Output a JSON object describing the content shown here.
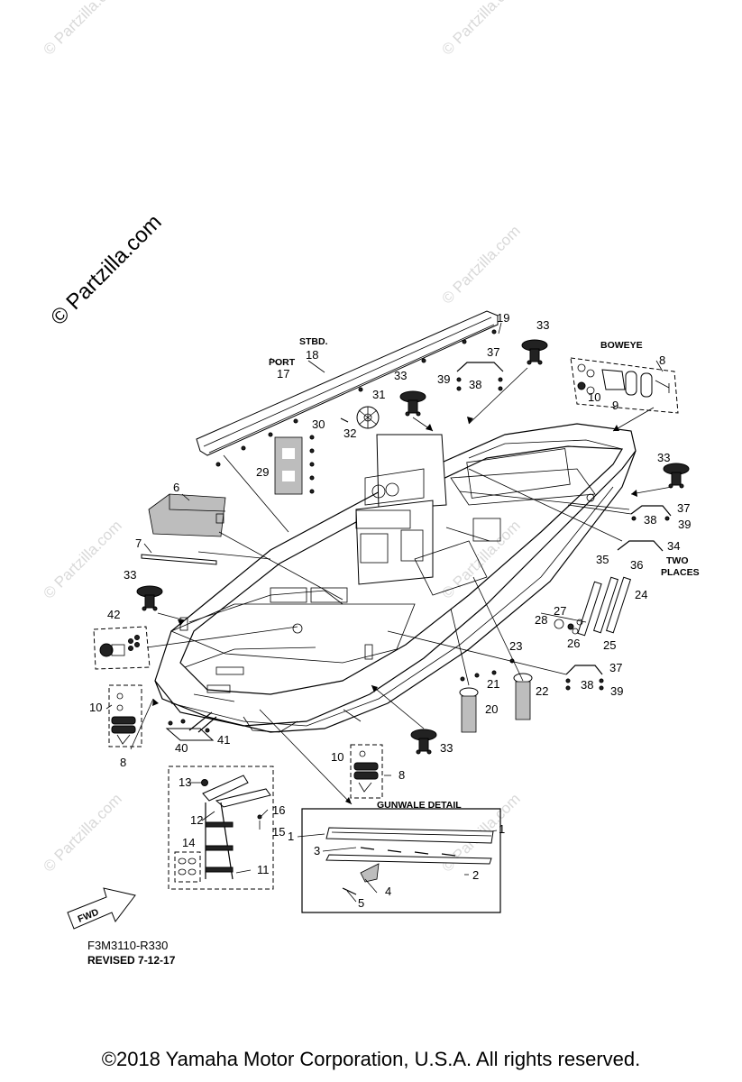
{
  "watermark": {
    "main": "© Partzilla.com",
    "faint": "© Partzilla.com"
  },
  "labels": {
    "port": "PORT",
    "stbd": "STBD.",
    "boweye": "BOWEYE",
    "two_places": "TWO PLACES",
    "two": "TWO",
    "places": "PLACES",
    "gunwale_detail": "GUNWALE DETAIL",
    "fwd": "FWD"
  },
  "callouts": [
    "1",
    "2",
    "3",
    "4",
    "5",
    "6",
    "7",
    "8",
    "9",
    "10",
    "11",
    "12",
    "13",
    "14",
    "15",
    "16",
    "17",
    "18",
    "19",
    "20",
    "21",
    "22",
    "23",
    "24",
    "25",
    "26",
    "27",
    "28",
    "29",
    "30",
    "31",
    "32",
    "33",
    "34",
    "35",
    "36",
    "37",
    "38",
    "39",
    "40",
    "41",
    "42"
  ],
  "diagram_code": "F3M3110-R330",
  "revised": "REVISED 7-12-17",
  "copyright": "©2018  Yamaha Motor Corporation, U.S.A. All rights reserved."
}
